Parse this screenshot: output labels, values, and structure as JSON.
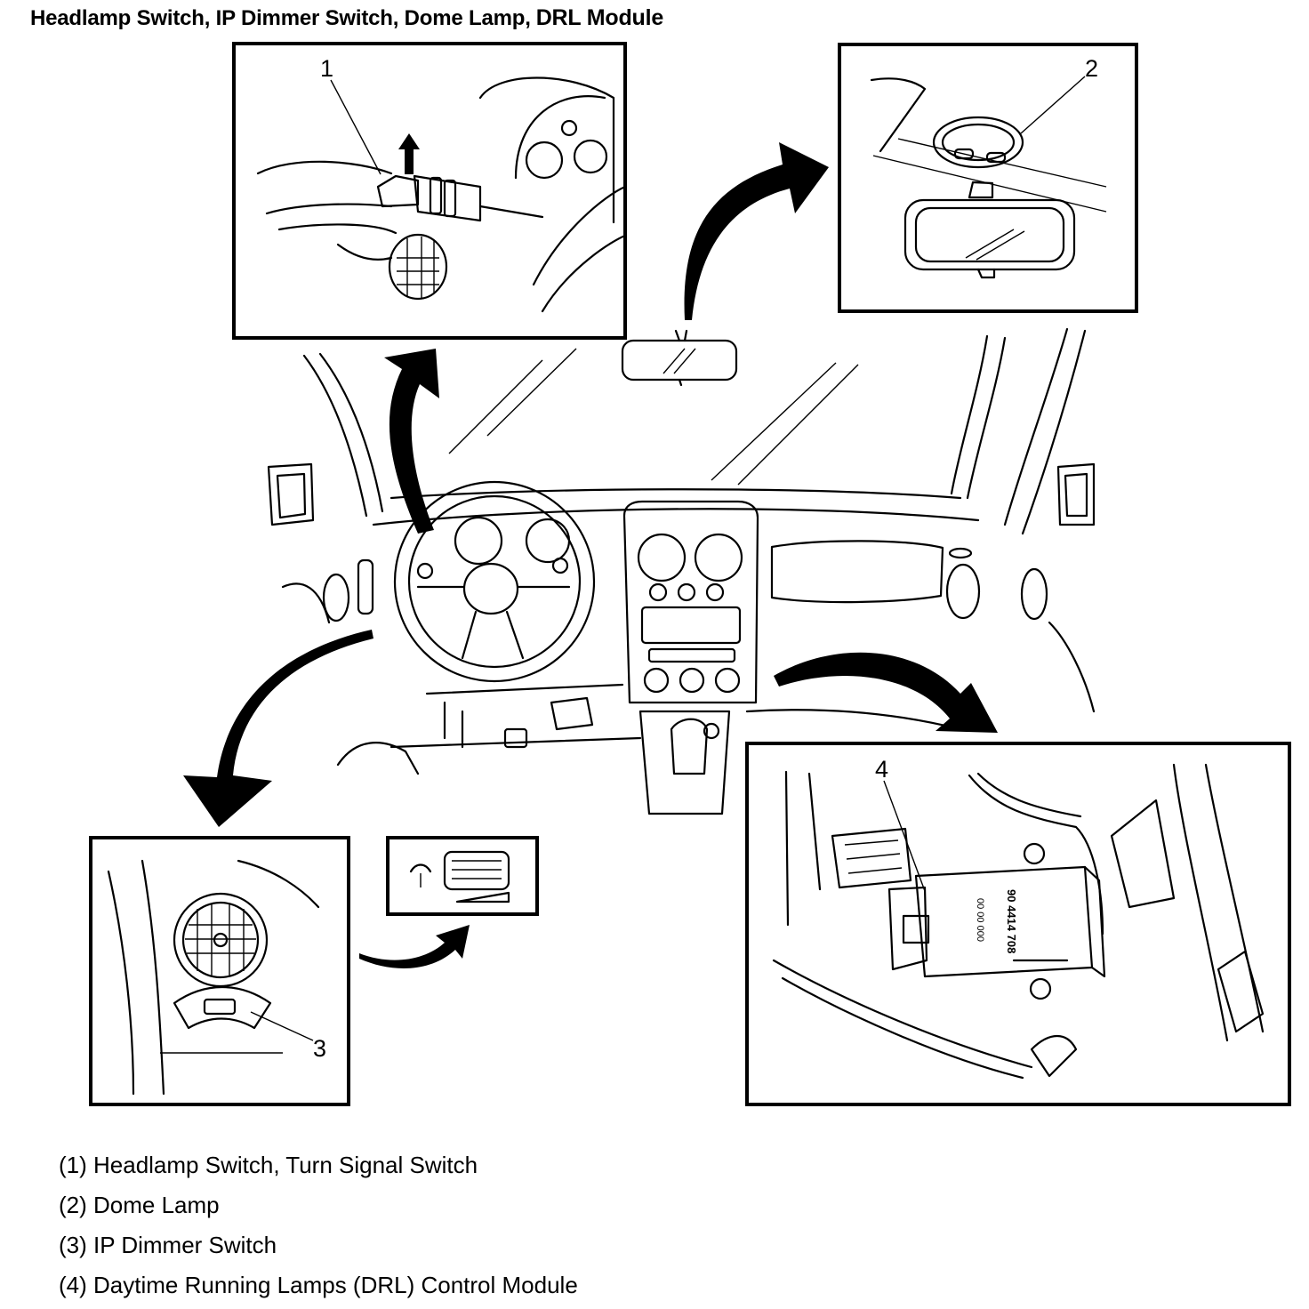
{
  "title": {
    "main": "Headlamp Switch, IP Dimmer Switch, Dome Lamp,",
    "drl": "DRL Module"
  },
  "callouts": {
    "c1": "1",
    "c2": "2",
    "c3": "3",
    "c4": "4"
  },
  "module_label": {
    "part_number": "90 4414 708",
    "code": "00 00 000"
  },
  "legend": [
    "(1) Headlamp Switch, Turn Signal Switch",
    "(2) Dome Lamp",
    "(3) IP Dimmer Switch",
    "(4) Daytime Running Lamps (DRL) Control Module"
  ]
}
